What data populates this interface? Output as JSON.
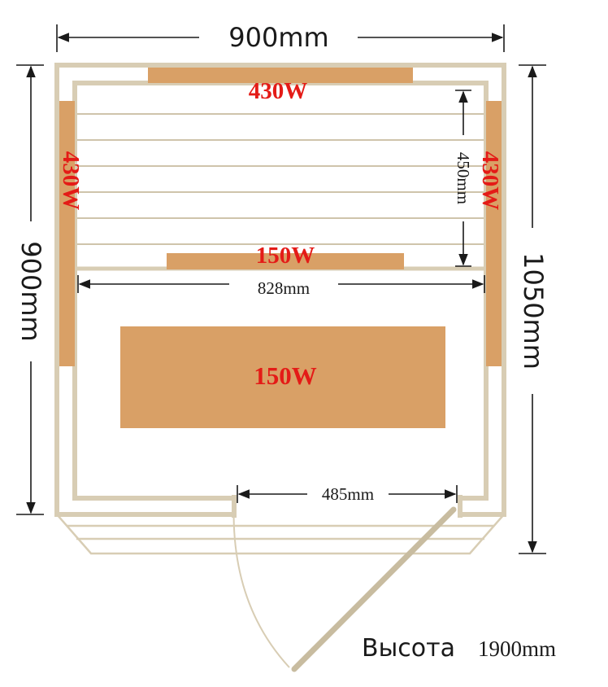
{
  "dimensions": {
    "outer_width": "900mm",
    "outer_depth_left": "900mm",
    "outer_depth_right": "1050mm",
    "inner_width": "828mm",
    "bench_depth": "450mm",
    "door_width": "485mm"
  },
  "heaters": {
    "back_panel": "430W",
    "left_panel": "430W",
    "right_panel": "430W",
    "bench_panel": "150W",
    "floor_panel": "150W"
  },
  "height": {
    "label": "Высота",
    "value": "1900mm"
  },
  "colors": {
    "wall_outline": "#d8cdb4",
    "heater_fill": "#d9a066",
    "bench_line": "#cfc4ab",
    "watt_text": "#e41b17",
    "dimension_line": "#1a1a1a"
  }
}
